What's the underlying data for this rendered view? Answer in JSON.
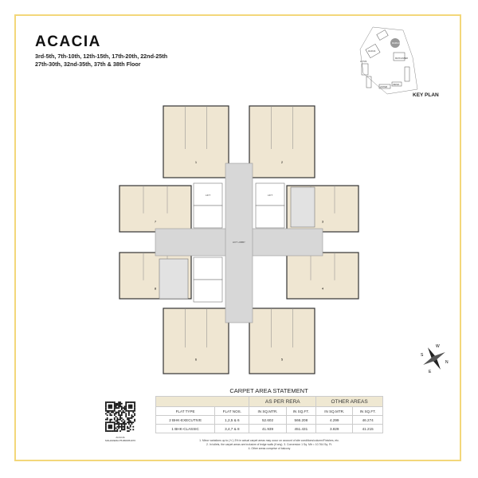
{
  "building": {
    "name": "ACACIA",
    "floors_line1": "3rd-5th, 7th-10th, 12th-15th, 17th-20th, 22nd-25th",
    "floors_line2": "27th-30th, 32nd-35th, 37th & 38th Floor"
  },
  "key_plan": {
    "label": "KEY PLAN",
    "towers": [
      "ASTER",
      "ZENIA",
      "LOTUS",
      "MAYFLOWER",
      "MARIGOLD",
      "ACACIA"
    ]
  },
  "compass": {
    "n": "N",
    "s": "S",
    "e": "E",
    "w": "W"
  },
  "colors": {
    "frame": "#f3d77a",
    "unit": "#efe6d2",
    "corridor": "#d7d7d7",
    "table_header": "#efe8d2"
  },
  "carpet_area": {
    "title": "CARPET AREA STATEMENT",
    "group_headers": [
      "AS PER RERA",
      "OTHER AREAS"
    ],
    "columns": [
      "FLAT TYPE",
      "FLAT NOS.",
      "IN SQ.MTR.",
      "IN SQ.FT.",
      "IN SQ.MTR.",
      "IN SQ.FT."
    ],
    "rows": [
      [
        "2 BHK-EXECUTIVE",
        "1,2,5 & 6",
        "52.602",
        "566.208",
        "4.299",
        "46.274"
      ],
      [
        "1 BHK-CLASSIC",
        "3,4,7 & 8",
        "41.939",
        "451.431",
        "3.829",
        "41.215"
      ]
    ],
    "notes": [
      "1. Minor variations up to (+/-) 3% in actual carpet areas may occur on account of site conditions/column/Finishes, etc.",
      "2. In toilets, the carpet areas are inclusive of ledge walls (if any). 3. Conversion 1 Sq. Mtr = 10.764 Sq. Ft.",
      "4. Other areas comprise of balcony"
    ]
  },
  "qr": {
    "caption1": "ACACIA",
    "caption2": "MAHARERA P51800051976"
  },
  "plan": {
    "lift_label": "LIFT",
    "lobby_label": "LIFT LOBBY",
    "flat_numbers": [
      "1",
      "2",
      "3",
      "4",
      "5",
      "6",
      "7",
      "8"
    ]
  }
}
